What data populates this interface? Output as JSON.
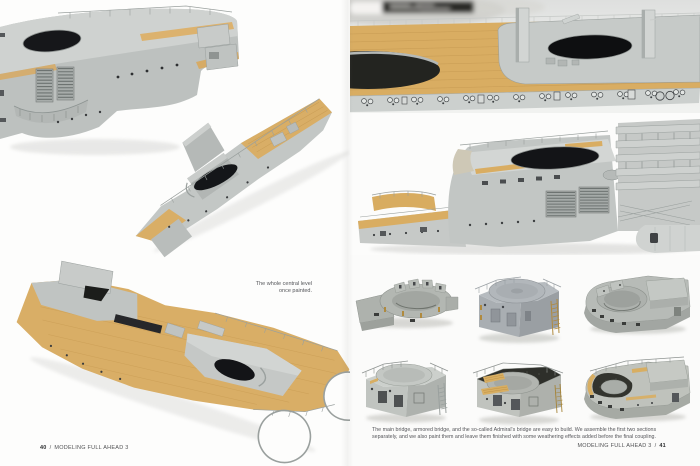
{
  "left_page": {
    "caption": "The whole central level\nonce painted.",
    "footer": {
      "page_number": "40",
      "separator": "/",
      "title": "MODELING FULL AHEAD 3"
    }
  },
  "right_page": {
    "caption": "The main bridge, armored bridge, and the so-called Admiral's bridge are easy to build. We assemble the first two sections separately, and we also paint them and leave them finished with some weathering effects added before the final coupling.",
    "footer": {
      "title": "MODELING FULL AHEAD 3",
      "separator": "/",
      "page_number": "41"
    }
  },
  "colors": {
    "deck_wood": "#d9ad62",
    "hull_gray": "#c3c7c5",
    "hull_gray_dark": "#9aa09e",
    "opening_dark": "#16171a",
    "brass": "#b08a3e",
    "photo_background": "#e8eae8",
    "page_background": "#fdfdfc",
    "caption_text": "#55565a"
  }
}
